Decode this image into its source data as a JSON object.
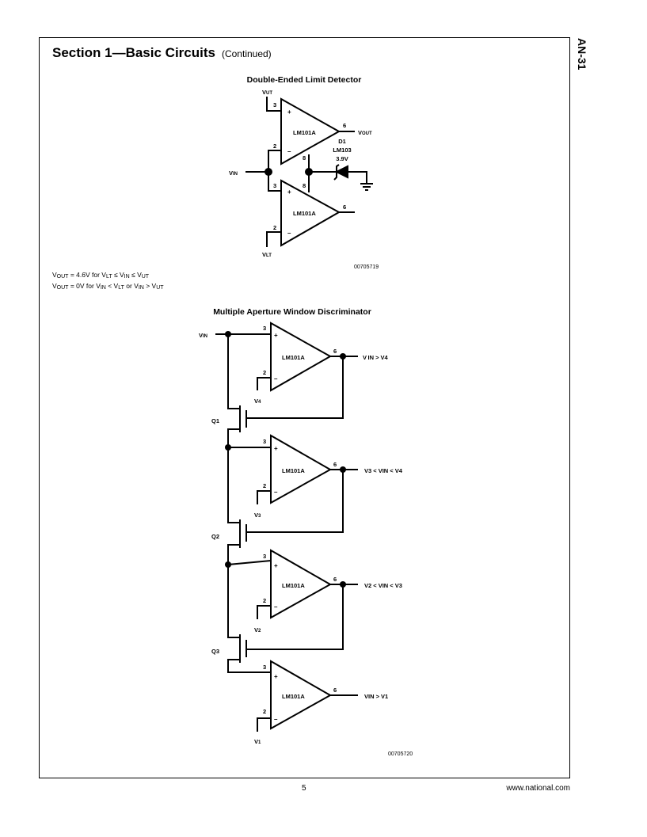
{
  "header": {
    "section": "Section 1—Basic Circuits",
    "continued": "(Continued)",
    "doc_id": "AN-31"
  },
  "fig1": {
    "title": "Double-Ended Limit Detector",
    "opamp": "LM101A",
    "pins": {
      "p3": "3",
      "p2": "2",
      "p6": "6",
      "p8": "8"
    },
    "v": "V",
    "vut": "UT",
    "vlt": "LT",
    "vin": "IN",
    "vout": "OUT",
    "diode": [
      "D1",
      "LM103",
      "3.9V"
    ],
    "fig_id": "00705719"
  },
  "equations": [
    {
      "v": "V",
      "out": "OUT",
      "a": " = 4.6V for ",
      "lt": "LT",
      "le1": " ≤ ",
      "in": "IN",
      "le2": " ≤ ",
      "ut": "UT"
    },
    {
      "v": "V",
      "out": "OUT",
      "a": " = 0V for ",
      "in": "IN",
      "lt_op": " < ",
      "lt": "LT",
      "or": " or ",
      "gt_op": " > ",
      "ut": "UT"
    }
  ],
  "fig2": {
    "title": "Multiple Aperture Window Discriminator",
    "opamp": "LM101A",
    "vin": "IN",
    "refs": [
      "4",
      "3",
      "2",
      "1"
    ],
    "transistors": [
      "Q1",
      "Q2",
      "Q3"
    ],
    "outputs": [
      "V IN > V4",
      "V3 < VIN < V4",
      "V2 < VIN < V3",
      "VIN > V1"
    ],
    "fig_id": "00705720"
  },
  "footer": {
    "page": "5",
    "url": "www.national.com"
  }
}
